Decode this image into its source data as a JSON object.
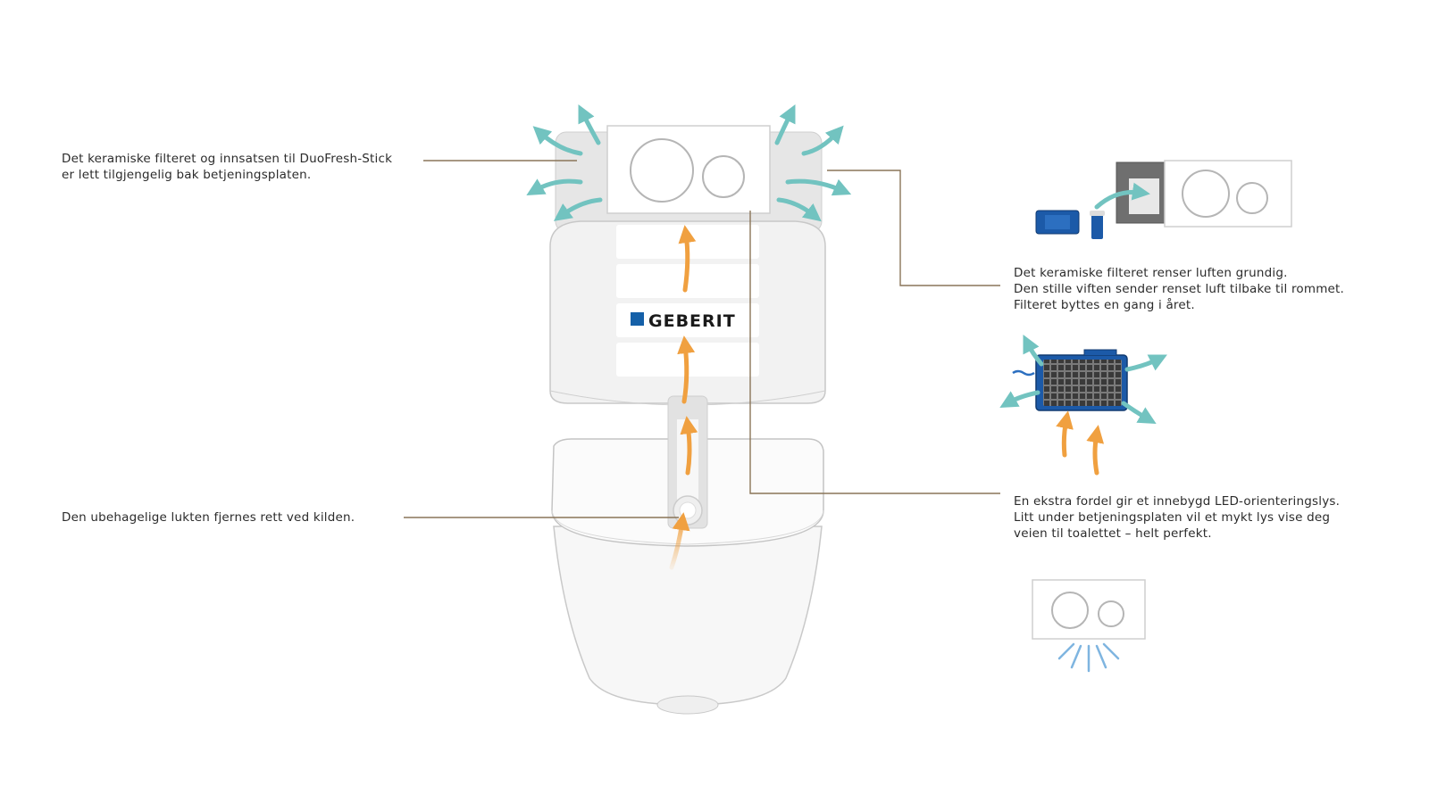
{
  "brand": {
    "logo_text": "GEBERIT",
    "color": "#1560a8"
  },
  "annotations": {
    "filter_access": {
      "lines": [
        "Det keramiske filteret og innsatsen til DuoFresh-Stick",
        "er lett tilgjengelig bak betjeningsplaten."
      ]
    },
    "odor_source": {
      "lines": [
        "Den ubehagelige lukten fjernes rett ved kilden."
      ]
    },
    "filter_clean": {
      "lines": [
        "Det keramiske filteret renser luften grundig.",
        "Den stille viften sender renset luft tilbake til rommet.",
        "Filteret byttes en gang i året."
      ]
    },
    "led_light": {
      "lines": [
        "En ekstra fordel gir et innebygd LED-orienteringslys.",
        "Litt under betjeningsplaten vil et mykt lys vise deg",
        "veien til toalettet – helt perfekt."
      ]
    }
  },
  "colors": {
    "airflow_out": "#72c3c0",
    "airflow_up": "#f0a040",
    "leader_line": "#8a7558",
    "module_blue": "#1c5aa8",
    "led_glow": "#7fb5e0"
  }
}
